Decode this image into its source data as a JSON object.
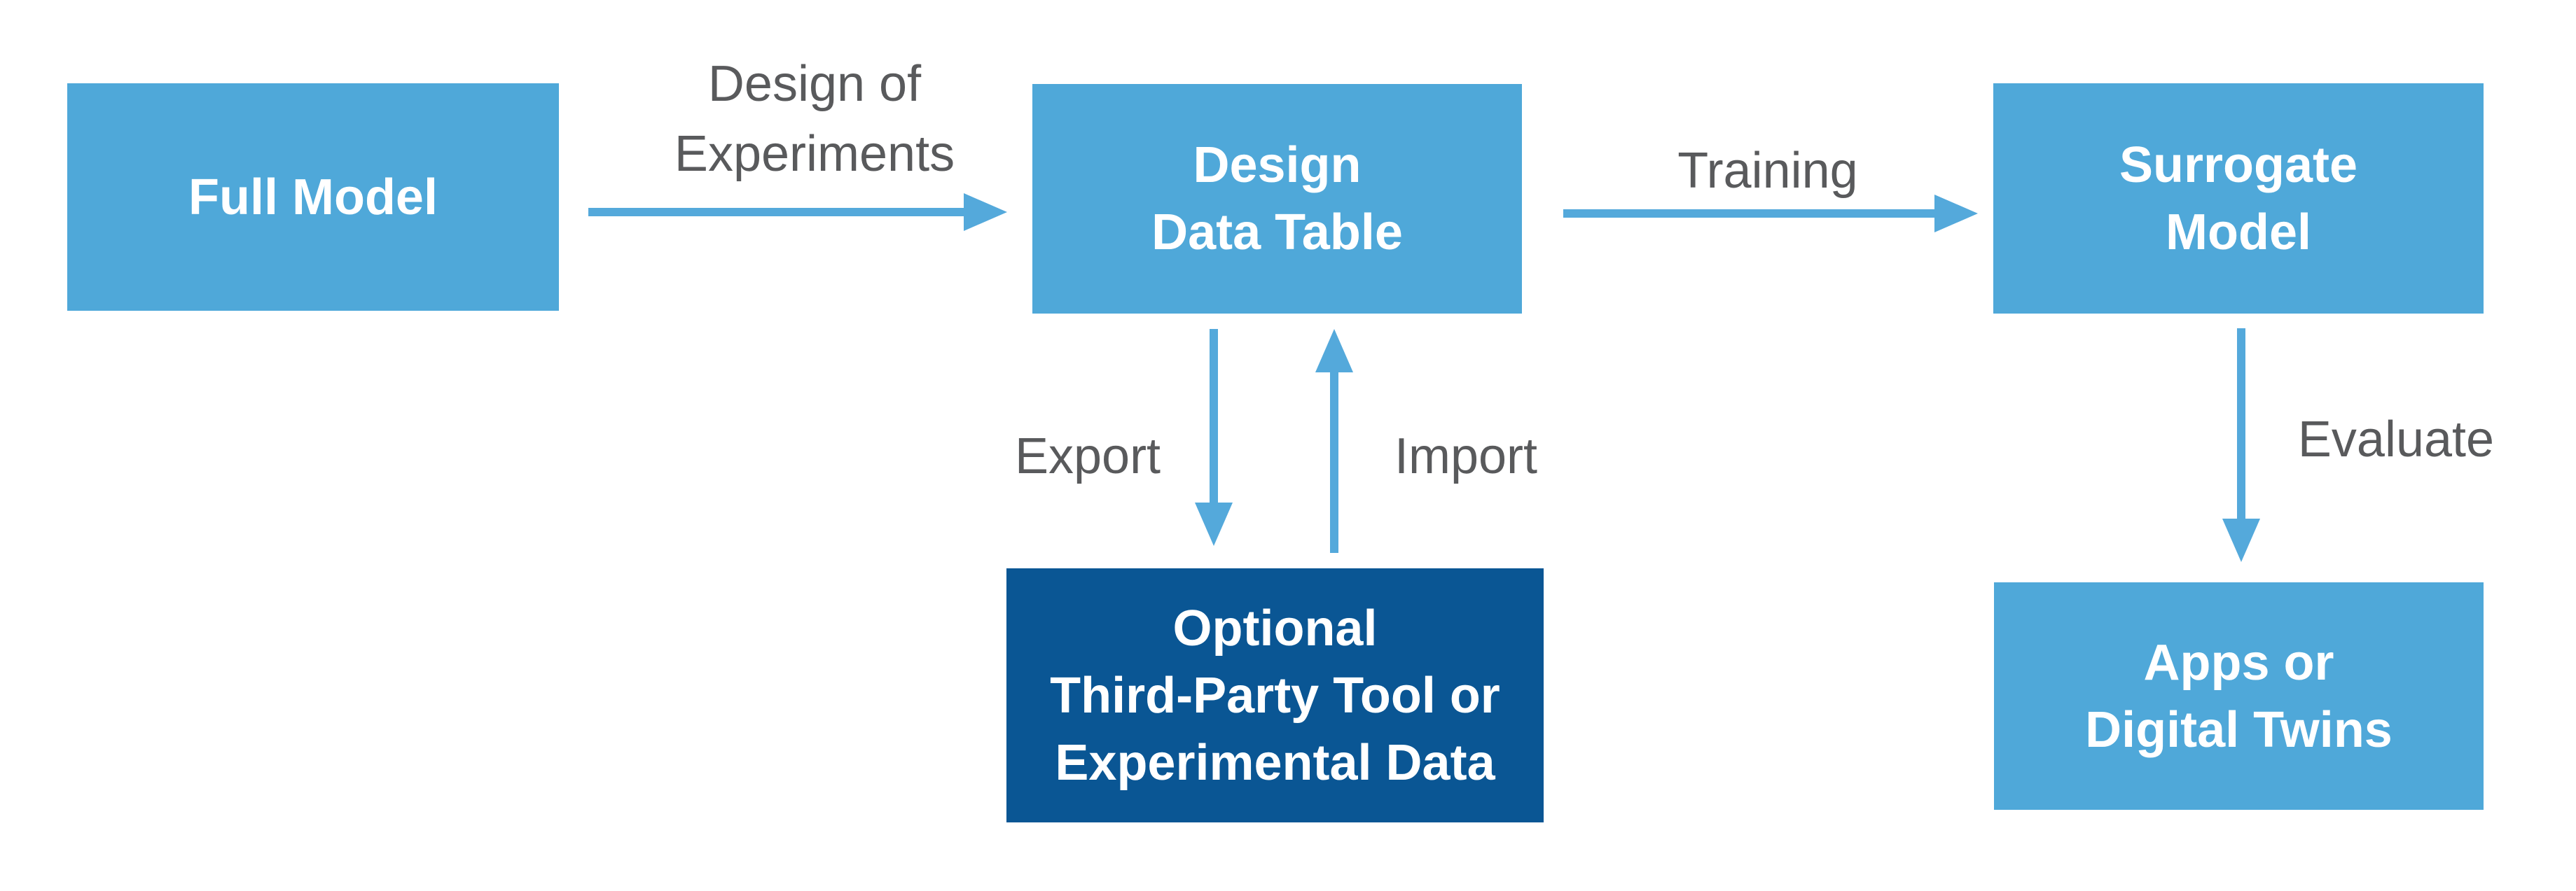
{
  "colors": {
    "background": "#ffffff",
    "node_fill_light": "#4fa8d9",
    "node_fill_dark": "#0a5694",
    "arrow": "#54a9db",
    "edge_label_text": "#595a5c",
    "node_text": "#ffffff"
  },
  "nodes": {
    "full_model": {
      "label": "Full Model"
    },
    "design_data_table": {
      "label": "Design\nData Table"
    },
    "surrogate_model": {
      "label": "Surrogate\nModel"
    },
    "optional_third_party": {
      "label": "Optional\nThird-Party Tool or\nExperimental Data"
    },
    "apps_digital_twins": {
      "label": "Apps or\nDigital Twins"
    }
  },
  "edges": {
    "design_of_experiments": {
      "label": "Design of\nExperiments",
      "from": "full_model",
      "to": "design_data_table",
      "direction": "right"
    },
    "training": {
      "label": "Training",
      "from": "design_data_table",
      "to": "surrogate_model",
      "direction": "right"
    },
    "export": {
      "label": "Export",
      "from": "design_data_table",
      "to": "optional_third_party",
      "direction": "down"
    },
    "import": {
      "label": "Import",
      "from": "optional_third_party",
      "to": "design_data_table",
      "direction": "up"
    },
    "evaluate": {
      "label": "Evaluate",
      "from": "surrogate_model",
      "to": "apps_digital_twins",
      "direction": "down"
    }
  }
}
